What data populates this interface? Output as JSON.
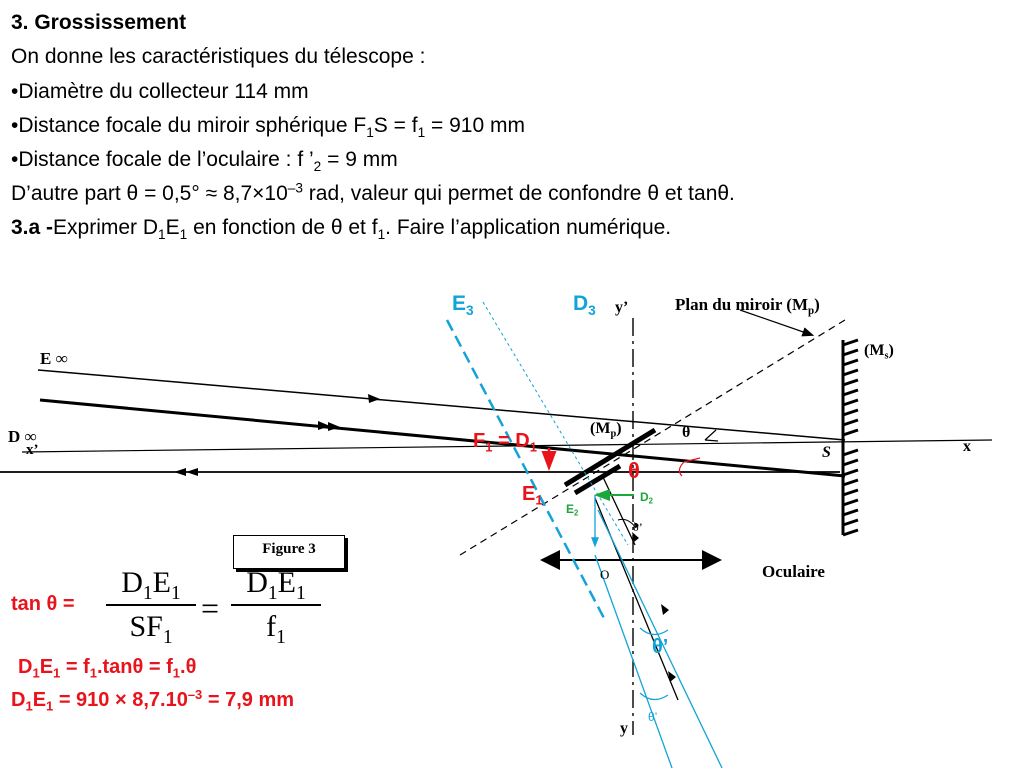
{
  "text": {
    "heading": "3. Grossissement",
    "intro": "On donne les caractéristiques du télescope :",
    "bullet1": "•Diamètre du collecteur 114 mm",
    "bullet2_a": "•Distance focale du miroir sphérique F",
    "bullet2_b": "S = f",
    "bullet2_c": " = 910 mm",
    "bullet3_a": "•Distance focale de l’oculaire : f ’",
    "bullet3_b": " = 9 mm",
    "line5_a": "D’autre part θ = 0,5° ≈ 8,7×10",
    "line5_exp": "–3",
    "line5_b": " rad, valeur qui permet de confondre θ et tanθ.",
    "q_label": "3.a -",
    "q_a": "Exprimer D",
    "q_b": "E",
    "q_c": " en fonction de θ et f",
    "q_d": ". Faire l’application numérique.",
    "sub1": "1",
    "sub2": "2"
  },
  "diagram": {
    "figure_label": "Figure 3",
    "plan_miroir": "Plan du miroir (M",
    "plan_miroir_sub": "p",
    "plan_miroir_end": ")",
    "ms": "(M",
    "ms_sub": "s",
    "ms_end": ")",
    "mp": "(M",
    "mp_sub": "p",
    "mp_end": ")",
    "e_inf": "E ∞",
    "d_inf": "D ∞",
    "x_prime": "x’",
    "x": "x",
    "s": "S",
    "y_prime": "y’",
    "y": "y",
    "oculaire": "Oculaire",
    "o": "O",
    "theta_small": "θ",
    "theta_prime": "θ’",
    "e3": "E",
    "d3": "D",
    "three": "3",
    "f1": "F",
    "eq_d1": " = D",
    "e1": "E",
    "theta_red": "θ",
    "d2": "D",
    "e2": "E",
    "theta_prime_blue": "θ’",
    "theta_prime_small": "θ’"
  },
  "answer": {
    "tan_label": "tan θ =",
    "frac1_num": "D",
    "frac1_den": "SF",
    "frac2_num": "D",
    "frac2_den": "f",
    "e": "E",
    "eq": "=",
    "line1_a": "D",
    "line1_b": "E",
    "line1_c": " = f",
    "line1_d": ".tanθ = f",
    "line1_e": ".θ",
    "line2_a": "D",
    "line2_b": "E",
    "line2_c": " = 910 × 8,7.10",
    "line2_exp": "–3",
    "line2_d": " = 7,9 mm"
  },
  "colors": {
    "red": "#e8131b",
    "blue": "#12a3d8",
    "green": "#1aa83a"
  }
}
